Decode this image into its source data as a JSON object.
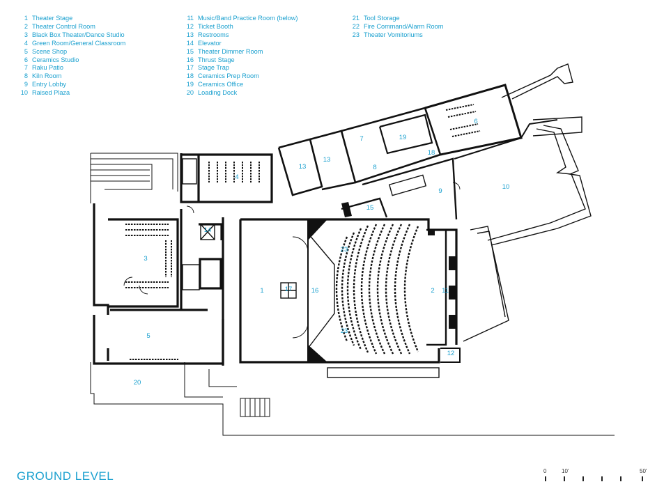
{
  "legend": {
    "columns": [
      [
        {
          "num": "1",
          "label": "Theater Stage"
        },
        {
          "num": "2",
          "label": "Theater Control Room"
        },
        {
          "num": "3",
          "label": "Black Box Theater/Dance Studio"
        },
        {
          "num": "4",
          "label": "Green Room/General Classroom"
        },
        {
          "num": "5",
          "label": "Scene Shop"
        },
        {
          "num": "6",
          "label": "Ceramics Studio"
        },
        {
          "num": "7",
          "label": "Raku Patio"
        },
        {
          "num": "8",
          "label": "Kiln Room"
        },
        {
          "num": "9",
          "label": "Entry Lobby"
        },
        {
          "num": "10",
          "label": "Raised Plaza"
        }
      ],
      [
        {
          "num": "11",
          "label": "Music/Band Practice Room (below)"
        },
        {
          "num": "12",
          "label": "Ticket Booth"
        },
        {
          "num": "13",
          "label": "Restrooms"
        },
        {
          "num": "14",
          "label": "Elevator"
        },
        {
          "num": "15",
          "label": "Theater Dimmer Room"
        },
        {
          "num": "16",
          "label": "Thrust Stage"
        },
        {
          "num": "17",
          "label": "Stage Trap"
        },
        {
          "num": "18",
          "label": "Ceramics Prep Room"
        },
        {
          "num": "19",
          "label": "Ceramics Office"
        },
        {
          "num": "20",
          "label": "Loading Dock"
        }
      ],
      [
        {
          "num": "21",
          "label": "Tool Storage"
        },
        {
          "num": "22",
          "label": "Fire Command/Alarm Room"
        },
        {
          "num": "23",
          "label": "Theater Vomitoriums"
        }
      ]
    ]
  },
  "plan_labels": {
    "l1": "1",
    "l2": "2",
    "l3": "3",
    "l4": "4",
    "l5": "5",
    "l6": "6",
    "l7": "7",
    "l8": "8",
    "l9": "9",
    "l10": "10",
    "l11": "11",
    "l12": "12",
    "l13a": "13",
    "l13b": "13",
    "l14": "14",
    "l15": "15",
    "l16": "16",
    "l17": "17",
    "l18": "18",
    "l19": "19",
    "l20": "20",
    "l23a": "23",
    "l23b": "23"
  },
  "title": "GROUND LEVEL",
  "scale": {
    "zero": "0",
    "ten": "10'",
    "fifty": "50'"
  },
  "colors": {
    "accent": "#1aa0cf",
    "line": "#111111"
  }
}
